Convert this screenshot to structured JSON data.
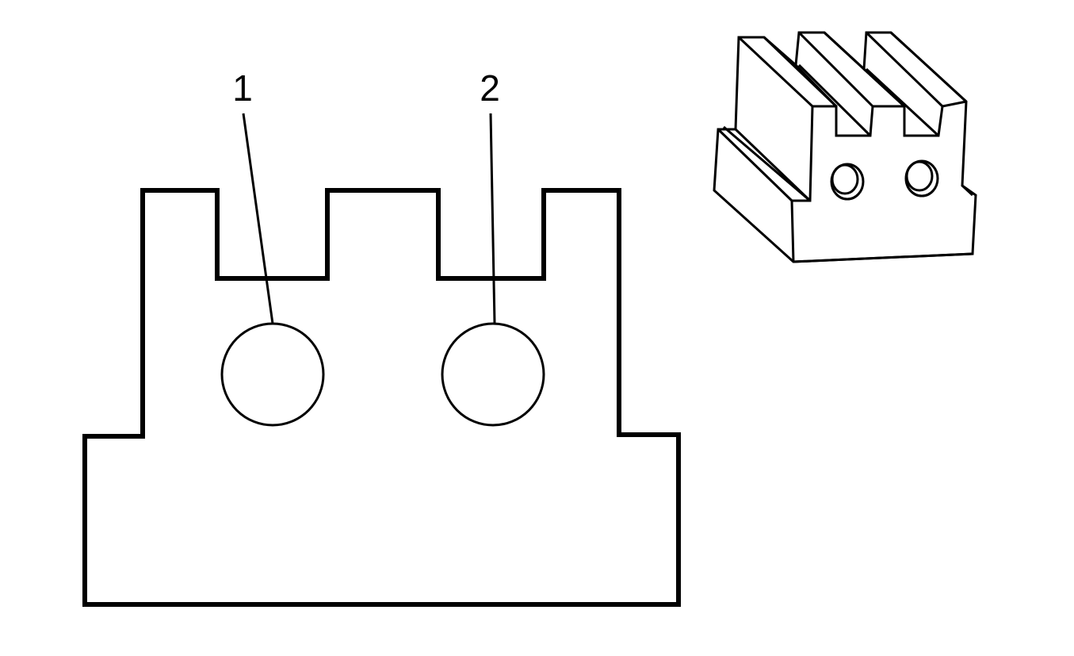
{
  "diagram": {
    "callouts": [
      {
        "label": "1",
        "target": "terminal-1"
      },
      {
        "label": "2",
        "target": "terminal-2"
      }
    ],
    "line_color": "#000000",
    "background_color": "#ffffff"
  }
}
